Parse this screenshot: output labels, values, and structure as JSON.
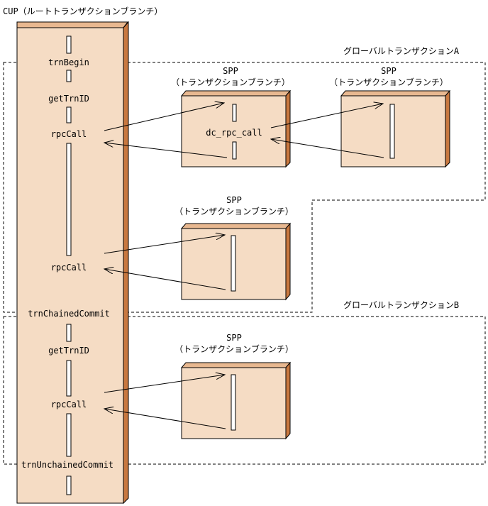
{
  "cup_title": "CUP（ルートトランザクションブランチ）",
  "global_a_label": "グローバルトランザクションA",
  "global_b_label": "グローバルトランザクションB",
  "cup_steps": {
    "trn_begin": "trnBegin",
    "get_trn_id_1": "getTrnID",
    "rpc_call_1": "rpcCall",
    "rpc_call_2": "rpcCall",
    "trn_chained_commit": "trnChainedCommit",
    "get_trn_id_2": "getTrnID",
    "rpc_call_3": "rpcCall",
    "trn_unchained_commit": "trnUnchainedCommit"
  },
  "spp": {
    "name": "SPP",
    "role": "（トランザクションブランチ）",
    "dc_rpc_call": "dc_rpc_call"
  }
}
